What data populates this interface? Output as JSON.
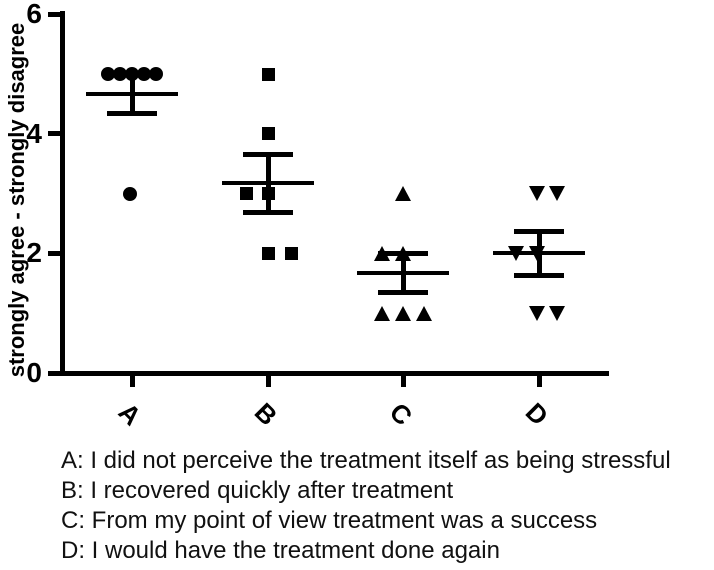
{
  "figure": {
    "background_color": "#ffffff",
    "ink_color": "#000000"
  },
  "chart_data": {
    "type": "scatter",
    "subtype": "column scatter (dot plot) with mean and SEM error bars",
    "title": "",
    "xlabel": "",
    "ylabel": "strongly agree - strongly disagree",
    "ylim": [
      0,
      6
    ],
    "yticks": [
      0,
      2,
      4,
      6
    ],
    "grid": false,
    "legend": false,
    "categories": [
      "A",
      "B",
      "C",
      "D"
    ],
    "groups": [
      {
        "category": "A",
        "marker": "circle",
        "n": 6,
        "values": [
          5,
          5,
          5,
          5,
          5,
          3
        ],
        "mean": 4.67,
        "sem": 0.33,
        "points": [
          {
            "v": 5,
            "dx": -24
          },
          {
            "v": 5,
            "dx": -12
          },
          {
            "v": 5,
            "dx": 0
          },
          {
            "v": 5,
            "dx": 12
          },
          {
            "v": 5,
            "dx": 24
          },
          {
            "v": 3,
            "dx": -2
          }
        ]
      },
      {
        "category": "B",
        "marker": "square",
        "n": 6,
        "values": [
          5,
          4,
          3,
          3,
          2,
          2
        ],
        "mean": 3.17,
        "sem": 0.48,
        "points": [
          {
            "v": 5,
            "dx": 0
          },
          {
            "v": 4,
            "dx": 0
          },
          {
            "v": 3,
            "dx": -22
          },
          {
            "v": 3,
            "dx": 0
          },
          {
            "v": 2,
            "dx": 0
          },
          {
            "v": 2,
            "dx": 23
          }
        ]
      },
      {
        "category": "C",
        "marker": "triangle-up",
        "n": 6,
        "values": [
          3,
          2,
          2,
          1,
          1,
          1
        ],
        "mean": 1.67,
        "sem": 0.33,
        "points": [
          {
            "v": 3,
            "dx": 0
          },
          {
            "v": 2,
            "dx": -21
          },
          {
            "v": 2,
            "dx": 0
          },
          {
            "v": 1,
            "dx": -21
          },
          {
            "v": 1,
            "dx": 0
          },
          {
            "v": 1,
            "dx": 21
          }
        ]
      },
      {
        "category": "D",
        "marker": "triangle-down",
        "n": 6,
        "values": [
          3,
          3,
          2,
          2,
          1,
          1
        ],
        "mean": 2.0,
        "sem": 0.37,
        "points": [
          {
            "v": 3,
            "dx": -2
          },
          {
            "v": 3,
            "dx": 18
          },
          {
            "v": 2,
            "dx": -23
          },
          {
            "v": 2,
            "dx": -2
          },
          {
            "v": 1,
            "dx": -2
          },
          {
            "v": 1,
            "dx": 18
          }
        ]
      }
    ]
  },
  "caption": {
    "lines": [
      "A: I did not perceive the treatment itself as being stressful",
      "B: I recovered quickly after treatment",
      "C: From my point of view treatment was a success",
      "D: I would have the treatment done again"
    ]
  }
}
